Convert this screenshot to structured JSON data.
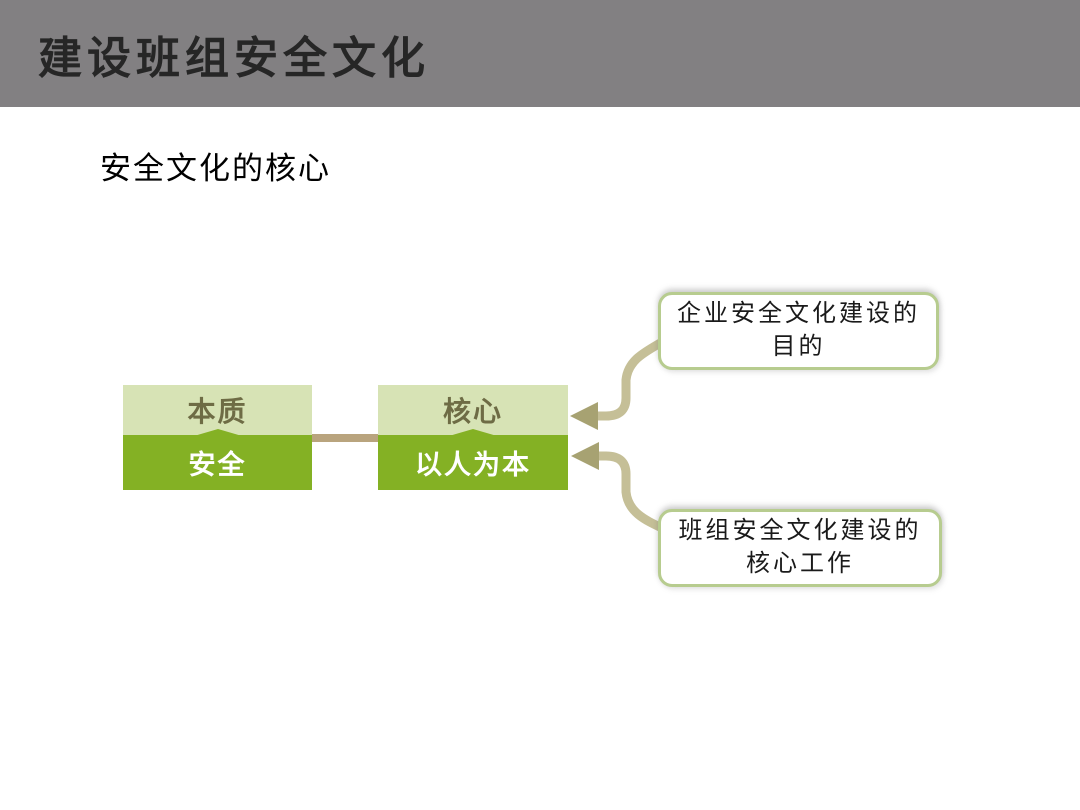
{
  "header": {
    "title": "建设班组安全文化"
  },
  "subtitle": "安全文化的核心",
  "diagram": {
    "nodes": [
      {
        "header": "本质",
        "body": "安全"
      },
      {
        "header": "核心",
        "body": "以人为本"
      }
    ],
    "callouts": [
      {
        "lines": [
          "企业安全文化建设的",
          "目的"
        ]
      },
      {
        "lines": [
          "班组安全文化建设的",
          "核心工作"
        ]
      }
    ],
    "colors": {
      "header_gray": "#828082",
      "title_text": "#262626",
      "light_green": "#d7e3b5",
      "dark_green": "#84b124",
      "olive_label": "#6e6c45",
      "connector_tan": "#b9a47e",
      "arrow_shaft": "#c5bf97",
      "arrow_head": "#a7a272",
      "callout_border": "#b7cc8f"
    }
  }
}
